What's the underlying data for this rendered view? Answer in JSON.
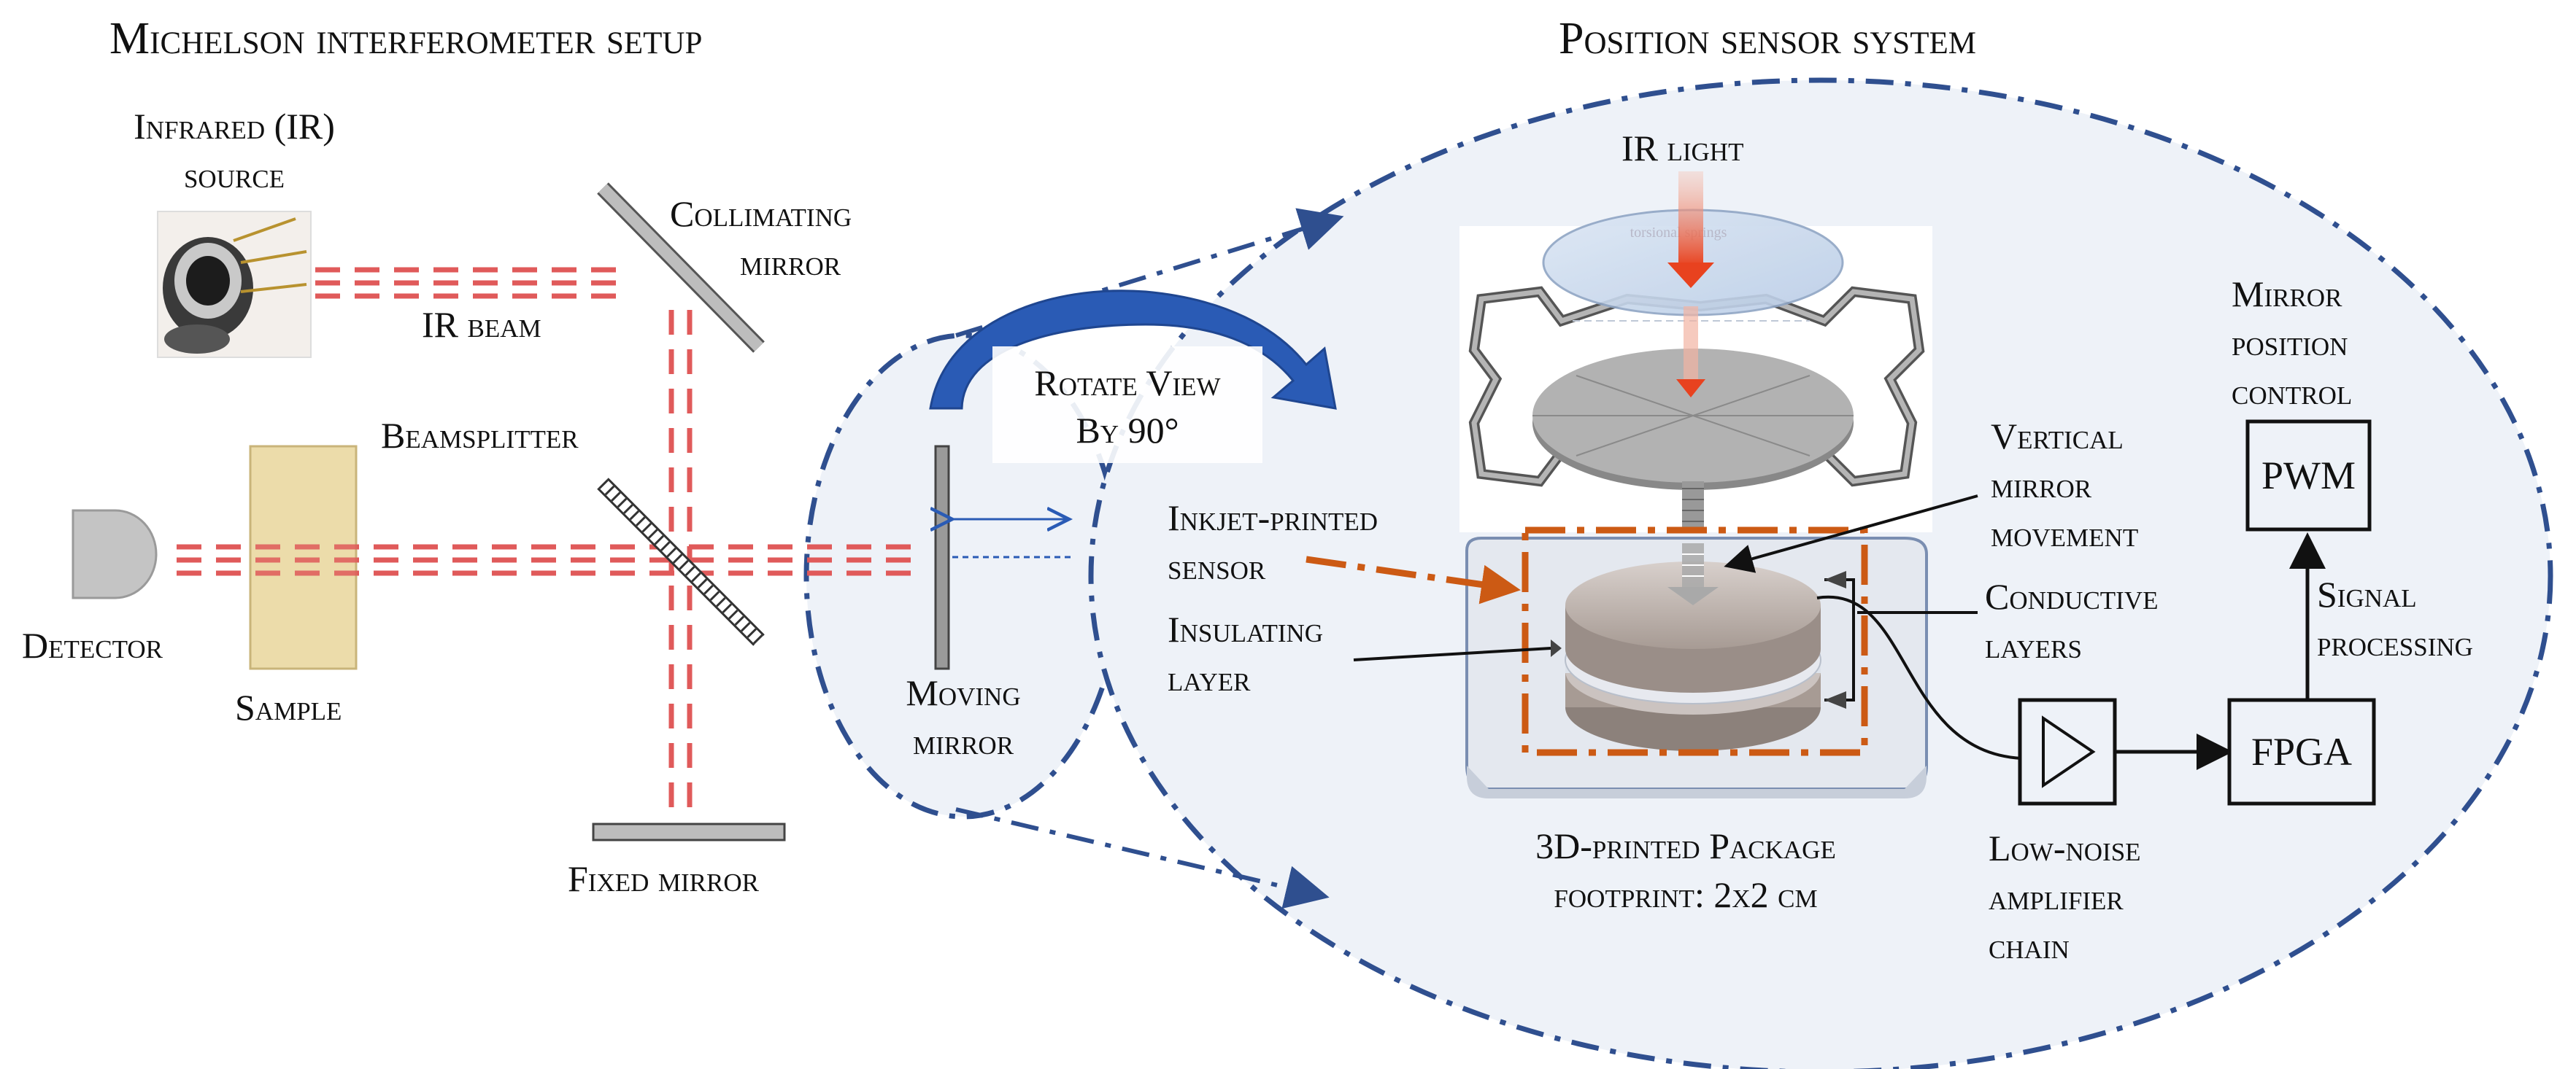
{
  "titles": {
    "left": "Michelson interferometer setup",
    "right": "Position sensor system"
  },
  "labels": {
    "ir_source_l1": "Infrared (IR)",
    "ir_source_l2": "source",
    "ir_beam": "IR beam",
    "collimating_l1": "Collimating",
    "collimating_l2": "mirror",
    "beamsplitter": "Beamsplitter",
    "detector": "Detector",
    "sample": "Sample",
    "fixed_mirror": "Fixed mirror",
    "moving_mirror_l1": "Moving",
    "moving_mirror_l2": "mirror",
    "rotate_l1": "Rotate View",
    "rotate_l2": "By 90°",
    "ir_light": "IR light",
    "inkjet_l1": "Inkjet-printed",
    "inkjet_l2": "sensor",
    "insulating_l1": "Insulating",
    "insulating_l2": "layer",
    "vertical_l1": "Vertical",
    "vertical_l2": "mirror",
    "vertical_l3": "movement",
    "conductive_l1": "Conductive",
    "conductive_l2": "layers",
    "package_l1": "3D-printed Package",
    "package_l2": "footprint: 2x2 cm",
    "lna_l1": "Low-noise",
    "lna_l2": "amplifier",
    "lna_l3": "chain",
    "mpc_l1": "Mirror",
    "mpc_l2": "position",
    "mpc_l3": "control",
    "signal_l1": "Signal",
    "signal_l2": "processing",
    "torsional": "torsional springs"
  },
  "blocks": {
    "pwm": "PWM",
    "fpga": "FPGA"
  },
  "colors": {
    "beam": "#e05a5a",
    "sample": "#ecdcaa",
    "bubble": "#eef2f8",
    "bubble_border": "#2f4f8f",
    "rotate_arrow": "#2a5bb5",
    "orange": "#cc5a14",
    "mirror_gray": "#9a9a9a"
  }
}
